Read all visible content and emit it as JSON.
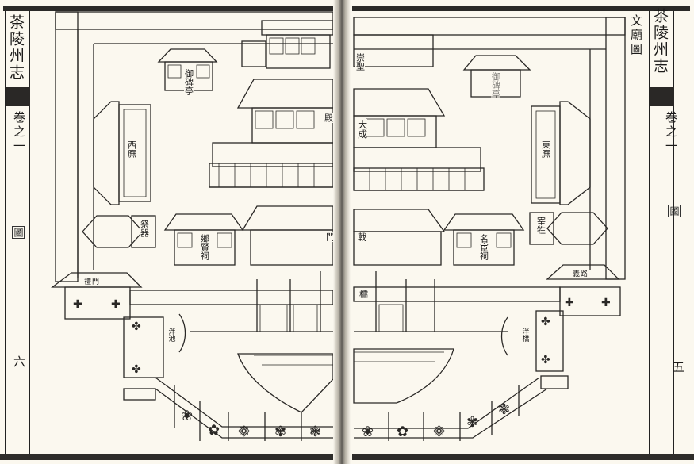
{
  "book": {
    "title": "茶陵州志",
    "volume": "卷之一",
    "section_marker": "圖",
    "colors": {
      "paper": "#fbf8ef",
      "ink": "#2a2826",
      "gutter": "#5d5a55"
    }
  },
  "left_page": {
    "margin_title": "茶陵州志",
    "margin_volume": "卷之一",
    "margin_section": "圖",
    "folio": "六"
  },
  "right_page": {
    "map_title": "文廟圖",
    "margin_title": "茶陵州志",
    "margin_volume": "卷之一",
    "margin_section": "圖",
    "folio": "五"
  },
  "diagram": {
    "title": "文廟圖",
    "labels": {
      "stele_pavilion": "御碑亭",
      "right_pavilion": "御碑亭",
      "chongsheng_hall": "崇聖",
      "dacheng": "大成",
      "dian": "殿",
      "xiangxian_shrine": "鄉賢祠",
      "minghuan_shrine": "名宦祠",
      "ji_gate_left": "門",
      "ji_gate_right": "戟",
      "lingxing_gate": "櫺",
      "east_wing": "東廡",
      "west_wing": "西廡",
      "left_side_pavilion": "祭器",
      "right_side_pavilion": "宰牲",
      "left_gate": "禮門",
      "right_gate": "義路",
      "left_stair_gate": "泮池",
      "right_stair_gate": "泮橋"
    }
  }
}
